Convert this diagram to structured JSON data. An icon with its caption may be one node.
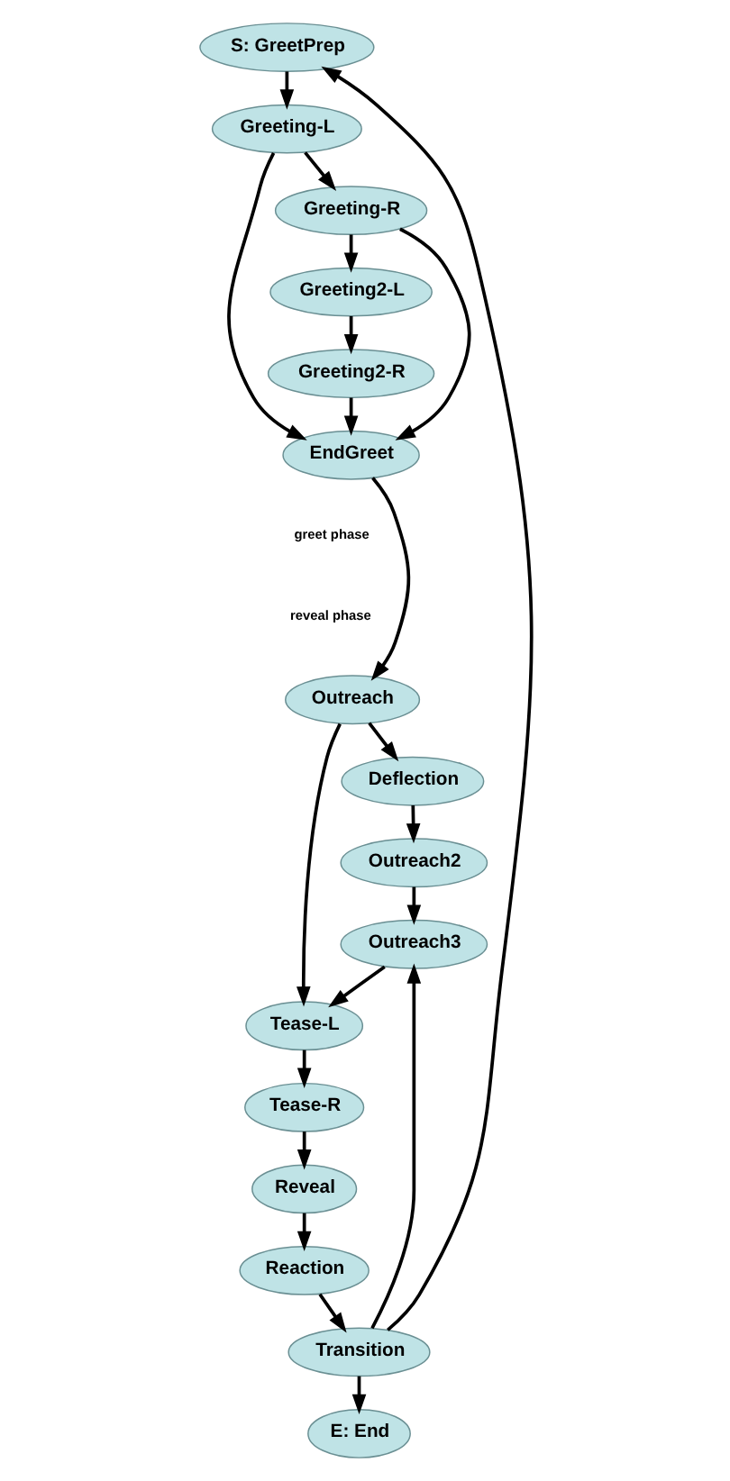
{
  "diagram": {
    "nodes": [
      {
        "text": [
          "S: GreetPrep"
        ]
      },
      {
        "text": [
          "Greeting-L"
        ]
      },
      {
        "text": [
          "Greeting2-L"
        ]
      },
      {
        "text": [
          "Greeting-R"
        ]
      },
      {
        "text": [
          "Greeting2-R"
        ]
      },
      {
        "text": [
          "EndGreet"
        ]
      },
      {
        "text": [
          "Deflection"
        ]
      },
      {
        "text": [
          "Outreach"
        ]
      },
      {
        "text": [
          "Outreach2"
        ]
      },
      {
        "text": [
          "Tease-L"
        ]
      },
      {
        "text": [
          "Outreach3"
        ]
      },
      {
        "text": [
          "Tease-R"
        ]
      },
      {
        "text": [
          "Transition"
        ]
      },
      {
        "text": [
          "Reveal"
        ]
      },
      {
        "text": [
          "Reaction"
        ]
      },
      {
        "text": [
          "E: End"
        ]
      }
    ],
    "edges": [
      {
        "from": 0,
        "to": 1,
        "arrow": "to"
      },
      {
        "from": 1,
        "to": 3,
        "arrow": "to"
      },
      {
        "from": 1,
        "to": 5,
        "arrow": "to"
      },
      {
        "from": 3,
        "to": 2,
        "arrow": "to"
      },
      {
        "from": 2,
        "to": 4,
        "arrow": "to"
      },
      {
        "from": 3,
        "to": 5,
        "arrow": "to"
      },
      {
        "from": 4,
        "to": 5,
        "arrow": "to"
      },
      {
        "from": 5,
        "to": 7,
        "arrow": "to"
      },
      {
        "from": 7,
        "to": 6,
        "arrow": "to"
      },
      {
        "from": 7,
        "to": 9,
        "arrow": "to"
      },
      {
        "from": 6,
        "to": 8,
        "arrow": "to"
      },
      {
        "from": 8,
        "to": 10,
        "arrow": "to"
      },
      {
        "from": 10,
        "to": 9,
        "arrow": "to"
      },
      {
        "from": 9,
        "to": 11,
        "arrow": "to"
      },
      {
        "from": 11,
        "to": 13,
        "arrow": "to"
      },
      {
        "from": 13,
        "to": 14,
        "arrow": "to"
      },
      {
        "from": 14,
        "to": 12,
        "arrow": "to"
      },
      {
        "from": 12,
        "to": 10,
        "arrow": "to"
      },
      {
        "from": 12,
        "to": 15,
        "arrow": "to"
      },
      {
        "from": 12,
        "to": 0,
        "arrow": "to"
      }
    ],
    "labels": [
      "greet phase",
      "reveal phase"
    ]
  }
}
